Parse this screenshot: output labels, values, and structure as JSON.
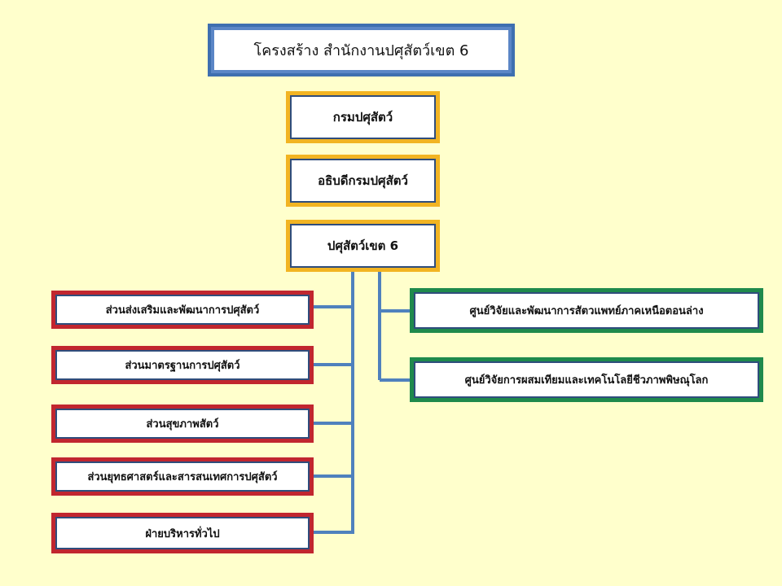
{
  "title": "โครงสร้าง สำนักงานปศุสัตว์เขต 6",
  "chain": {
    "department": "กรมปศุสัตว์",
    "director_general": "อธิบดีกรมปศุสัตว์",
    "region_office": "ปศุสัตว์เขต 6"
  },
  "left_units": [
    "ส่วนส่งเสริมและพัฒนาการปศุสัตว์",
    "ส่วนมาตรฐานการปศุสัตว์",
    "ส่วนสุขภาพสัตว์",
    "ส่วนยุทธศาสตร์และสารสนเทศการปศุสัตว์",
    "ฝ่ายบริหารทั่วไป"
  ],
  "right_units": [
    "ศูนย์วิจัยและพัฒนาการสัตวแพทย์ภาคเหนือตอนล่าง",
    "ศูนย์วิจัยการผสมเทียมและเทคโนโลยีชีวภาพพิษณุโลก"
  ],
  "colors": {
    "background": "#ffffcc",
    "connector": "#4f81bd",
    "gold_border": "#f2b422",
    "red_border": "#c1262f",
    "green_border": "#1f8a4c",
    "title_border": "#3e6fb0"
  }
}
